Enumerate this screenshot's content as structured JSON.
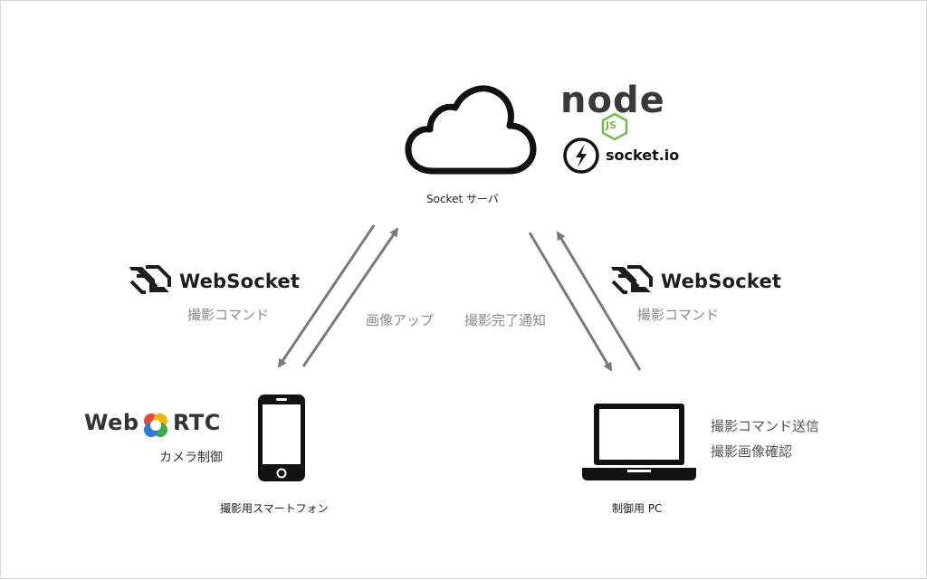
{
  "server": {
    "label": "Socket サーバ",
    "node_logo": "node",
    "node_js_badge": "JS",
    "socketio_logo": "socket.io"
  },
  "left_link": {
    "brand": "WebSocket",
    "caption": "撮影コマンド",
    "up_caption": "画像アップ"
  },
  "right_link": {
    "brand": "WebSocket",
    "caption": "撮影コマンド",
    "up_caption": "撮影完了通知"
  },
  "smartphone": {
    "brand_left": "Web",
    "brand_right": "RTC",
    "caption": "カメラ制御",
    "label": "撮影用スマートフォン"
  },
  "pc": {
    "label": "制御用 PC",
    "tasks": [
      "撮影コマンド送信",
      "撮影画像確認"
    ]
  },
  "colors": {
    "arrow": "#7a7a7a",
    "icon": "#111111",
    "node_green": "#79b84a",
    "webrtc_red": "#e64a35",
    "webrtc_yellow": "#f5b400",
    "webrtc_green": "#3fa84a",
    "webrtc_blue": "#2c7bd6"
  }
}
